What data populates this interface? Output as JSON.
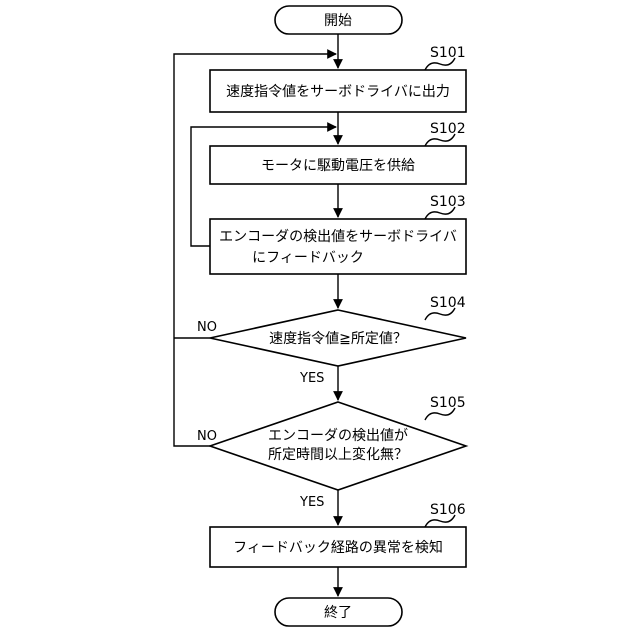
{
  "start": "開始",
  "end": "終了",
  "steps": {
    "s101": {
      "id": "S101",
      "text": "速度指令値をサーボドライバに出力"
    },
    "s102": {
      "id": "S102",
      "text": "モータに駆動電圧を供給"
    },
    "s103": {
      "id": "S103",
      "line1": "エンコーダの検出値をサーボドライバ",
      "line2": "にフィードバック"
    },
    "s104": {
      "id": "S104",
      "text": "速度指令値≧所定値？"
    },
    "s105": {
      "id": "S105",
      "line1": "エンコーダの検出値が",
      "line2": "所定時間以上変化無？"
    },
    "s106": {
      "id": "S106",
      "text": "フィードバック経路の異常を検知"
    }
  },
  "labels": {
    "yes": "YES",
    "no": "NO"
  }
}
